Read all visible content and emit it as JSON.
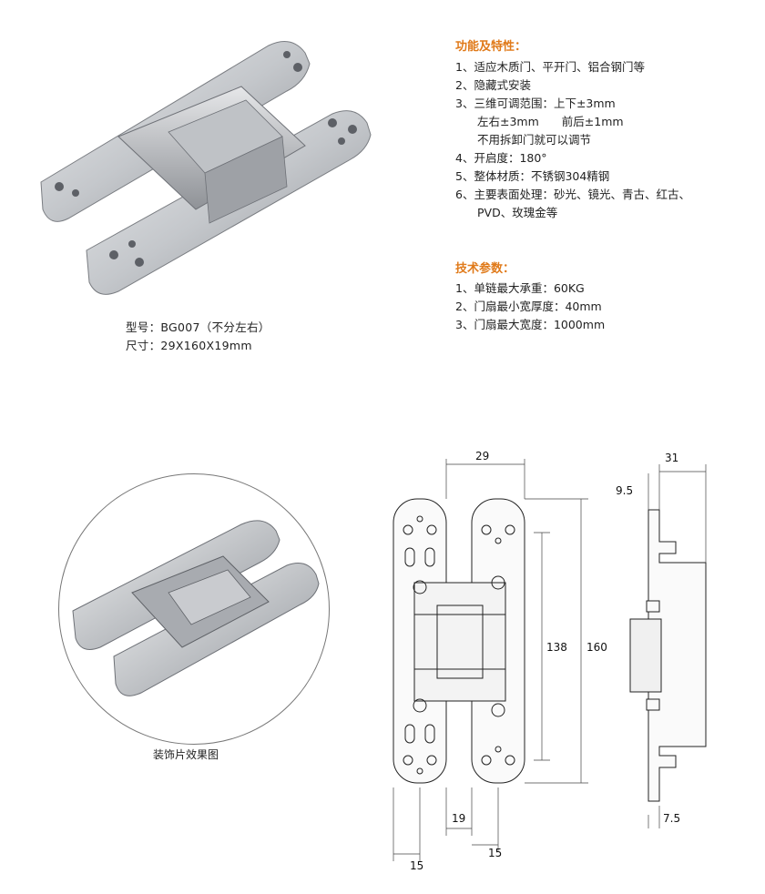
{
  "product": {
    "model_label": "型号：BG007（不分左右）",
    "size_label": "尺寸：29X160X19mm"
  },
  "features": {
    "title": "功能及特性：",
    "lines": [
      "1、适应木质门、平开门、铝合钢门等",
      "2、隐藏式安装",
      "3、三维可调范围：上下±3mm",
      "左右±3mm　　前后±1mm",
      "不用拆卸门就可以调节",
      "4、开启度：180°",
      "5、整体材质：不锈钢304精钢",
      "6、主要表面处理：砂光、镜光、青古、红古、",
      "PVD、玫瑰金等"
    ]
  },
  "specs": {
    "title": "技术参数：",
    "lines": [
      "1、单链最大承重：60KG",
      "2、门扇最小宽厚度：40mm",
      "3、门扇最大宽度：1000mm"
    ]
  },
  "decor": {
    "caption": "装饰片效果图"
  },
  "dimensions": {
    "width_top": "29",
    "height_inner": "138",
    "height_total": "160",
    "bottom_inner": "19",
    "bottom_left": "15",
    "bottom_right": "15",
    "side_width": "31",
    "side_offset_top": "9.5",
    "side_offset_bottom": "7.5"
  },
  "colors": {
    "accent": "#e07a1a",
    "metal_light": "#d9dadd",
    "metal_mid": "#a9abb0",
    "metal_dark": "#6e7177"
  }
}
